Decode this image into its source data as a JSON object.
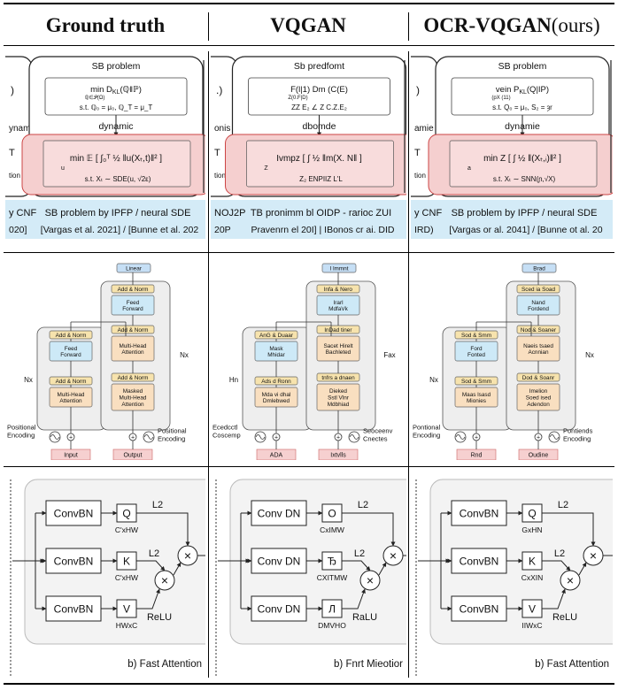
{
  "columns": [
    {
      "bold": "Ground truth",
      "normal": ""
    },
    {
      "bold": "VQGAN",
      "normal": ""
    },
    {
      "bold": "OCR-VQGAN",
      "normal": " (ours)"
    }
  ],
  "row1": [
    {
      "sb_title": "SB problem",
      "obj_top": "min  D",
      "obj_sub": "KL",
      "obj_rest": "(ℚ‖ℙ)",
      "obj_under": "ℚ∈𝒫(Ω)",
      "constraint": "s.t. ℚ₀ = μ₀, ℚ_T = μ_T",
      "dynamic": "dynamic",
      "pink_main": "min 𝔼 [ ∫₀ᵀ ½ ‖u(Xₜ,t)‖² ]",
      "pink_under": "u",
      "pink_constraint": "s.t. Xₜ ∼ SDE(u, √2ε)",
      "left_paren": ")",
      "left_dynamic": "ynamic",
      "left_T": "T",
      "left_tion": "tion",
      "band1_left": "y CNF",
      "band1_right": "SB problem by IPFP / neural SDE",
      "band2_left": "020]",
      "band2_right": "[Vargas et al. 2021] / [Bunne et al. 202"
    },
    {
      "sb_title": "Sb predfomt",
      "obj_top": "F(l|1)  Dm (C(E)",
      "obj_sub": "",
      "obj_rest": "",
      "obj_under": "Z(0.F|D)",
      "constraint": "ZZ E₂ ∠ Z  C.Z.E₂",
      "dynamic": "dbomde",
      "pink_main": "Ivmpz  [ ∫ ½ ‖m(X. N‖ ]",
      "pink_under": "Z",
      "pink_constraint": "Z₂     ENPIIZ  L'L",
      "left_paren": ".)",
      "left_dynamic": "onis",
      "left_T": "T",
      "left_tion": "tion",
      "band1_left": "NOJ2P",
      "band1_right": "TB pronimm bl OIDP - rarioc ZUI",
      "band2_left": "20P",
      "band2_right": "Pravenrn el 20I] | IBonos cr ai. DID"
    },
    {
      "sb_title": "SB problem",
      "obj_top": "vein  P",
      "obj_sub": "KL",
      "obj_rest": "(Q|IP)",
      "obj_under": "(pX (11)",
      "constraint": "s.t. Q₀ = μ₀, S₂ = ȝr",
      "dynamic": "dynamie",
      "pink_main": "min Z [ ∫ ½ ‖(Xₜ,ᵢ)‖² ]",
      "pink_under": "a",
      "pink_constraint": "s.t. Xₜ ∼ SNN(ɲ,√X)",
      "left_paren": ")",
      "left_dynamic": "amie",
      "left_T": "T",
      "left_tion": "tion",
      "band1_left": "y CNF",
      "band1_right": "SB problem by IPFP / neural SDE",
      "band2_left": "IRD)",
      "band2_right": "[Vargas or al. 2041] / [Bunne ot al. 20"
    }
  ],
  "row2": [
    {
      "linear": "Linear",
      "addnorm_r3": "Add & Norm",
      "ff_r": "Feed\nForward",
      "addnorm_r2": "Add & Norm",
      "mha_r": "Multi-Head\nAttention",
      "addnorm_r1": "Add & Norm",
      "masked_r": "Masked\nMulti-Head\nAttention",
      "addnorm_l2": "Add & Norm",
      "ff_l": "Feed\nForward",
      "addnorm_l1": "Add & Norm",
      "mha_l": "Multi-Head\nAttention",
      "nx_left": "Nx",
      "nx_right": "Nx",
      "pos_left": "Positional\nEncoding",
      "pos_right": "Positional\nEncoding",
      "input": "Input",
      "output": "Output"
    },
    {
      "linear": "I lmmnt",
      "addnorm_r3": "lnfa & Nero",
      "ff_r": "Irarl\nMdfaVk",
      "addnorm_r2": "lnDad tiner",
      "mha_r": "Sacet Hirelt\nBachleted",
      "addnorm_r1": "tnfrs a dnaen",
      "masked_r": "Dieked\nSstl Vlnr\nMdbhiad",
      "addnorm_l2": "AnG & Duaar",
      "ff_l": "Mask\nMhidar",
      "addnorm_l1": "Ads d Ronn",
      "mha_l": "Mda vi dhal\nDmlebwed",
      "nx_left": "Hn",
      "nx_right": "Fax",
      "pos_left": "Ecedcctl\nCoscemp",
      "pos_right": "Seoceenv\nCnectes",
      "input": "ADA",
      "output": "Ixtvlls"
    },
    {
      "linear": "Brad",
      "addnorm_r3": "Sced ia Soad",
      "ff_r": "Nand\nFordend",
      "addnorm_r2": "Nod & Soaner",
      "mha_r": "Naeis tsaed\nAcnnian",
      "addnorm_r1": "Dod & Soanr",
      "masked_r": "Imelion\nSoed ised\nAdendon",
      "addnorm_l2": "Sod & Smm",
      "ff_l": "Ford\nFonted",
      "addnorm_l1": "Sod & Smm",
      "mha_l": "Maas lsasd\nMionies",
      "nx_left": "Nx",
      "nx_right": "Nx",
      "pos_left": "Pontional\nEncoding",
      "pos_right": "Pontiends\nEncoding",
      "input": "Rnd",
      "output": "Oudine"
    }
  ],
  "row3": [
    {
      "convbn": [
        "ConvBN",
        "ConvBN",
        "ConvBN"
      ],
      "q": "Q",
      "k": "K",
      "v": "V",
      "shape_q": "C'xHW",
      "shape_k": "C'xHW",
      "shape_v": "HWxC",
      "l2_top": "L2",
      "l2_mid": "L2",
      "relu": "ReLU",
      "times": "×",
      "caption": "b) Fast Attention"
    },
    {
      "convbn": [
        "Conv DN",
        "Conv DN",
        "Conv DN"
      ],
      "q": "O",
      "k": "Ђ",
      "v": "Л",
      "shape_q": "CxIMW",
      "shape_k": "CXITMW",
      "shape_v": "DMVHO",
      "l2_top": "L2",
      "l2_mid": "L2",
      "relu": "RaLU",
      "times": "×",
      "caption": "b) Fnrt Mieotior"
    },
    {
      "convbn": [
        "ConvBN",
        "ConvBN",
        "ConvBN"
      ],
      "q": "Q",
      "k": "K",
      "v": "V",
      "shape_q": "GxHN",
      "shape_k": "CxXIN",
      "shape_v": "IIWxC",
      "l2_top": "L2",
      "l2_mid": "L2",
      "relu": "ReLU",
      "times": "×",
      "caption": "b) Fast Attention"
    }
  ]
}
